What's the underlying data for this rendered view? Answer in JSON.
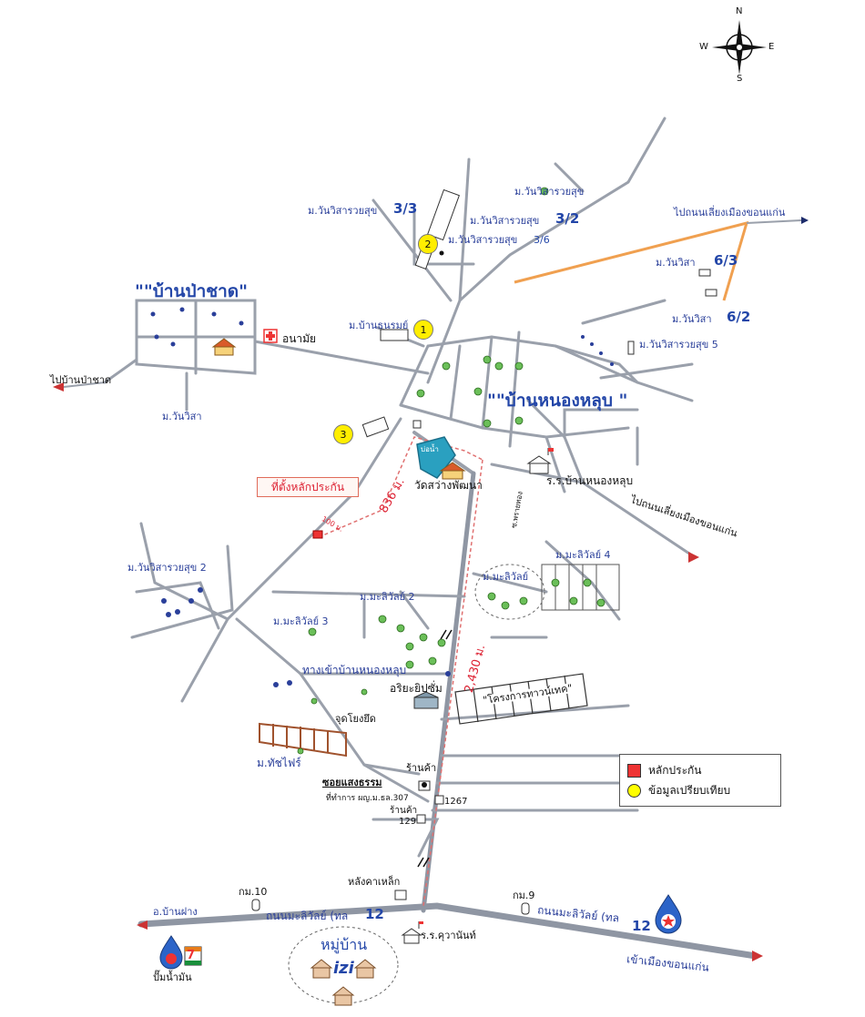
{
  "compass": {
    "n": "N",
    "s": "S",
    "e": "E",
    "w": "W"
  },
  "villages": {
    "ban_pa_chat": "\"\"บ้านป่าชาด\"",
    "ban_nong_lup": "\"\"บ้านหนองหลุบ \"",
    "moo_ban": "หมู่บ้าน",
    "izi": "izi"
  },
  "labels": {
    "vanvisa_33": "ม.วันวิสารวยสุข",
    "vanvisa_33_num": "3/3",
    "vanvisa_32": "ม.วันวิสารวยสุข",
    "vanvisa_32_num": "3/2",
    "vanvisa_36": "ม.วันวิสารวยสุข",
    "vanvisa_36_num": "3/6",
    "vanvisa_top": "ม.วันวิสารวยสุข",
    "ring_road_top": "ไปถนนเลี่ยงเมืองขอนแก่น",
    "vanvisa_63": "ม.วันวิสา",
    "vanvisa_63_num": "6/3",
    "vanvisa_62": "ม.วันวิสา",
    "vanvisa_62_num": "6/2",
    "vanvisa_5": "ม.วันวิสารวยสุข 5",
    "ban_thanarom": "ม.บ้านธนรมย์",
    "health_center": "อนามัย",
    "to_ban_pa_chat": "ไปบ้านป่าชาด",
    "vanvisa": "ม.วันวิสา",
    "pond": "บ่อน้ำ",
    "temple": "วัดสว่างพัฒนา",
    "school_nong_lup": "ร.ร.บ้านหนองหลุบ",
    "ring_road_right": "ไปถนนเลี่ยงเมืองขอนแก่น",
    "collateral_site": "ที่ตั้งหลักประกัน",
    "dist_836": "836 ม.",
    "dist_100": "100 ม.",
    "soi": "ซ.พรายทอง",
    "vanvisa_2": "ม.วันวิสารวยสุข 2",
    "malivan_4": "ม.มะลิวัลย์ 4",
    "malivan": "ม.มะลิวัลย์",
    "malivan_2": "ม.มะลิวัลย์ 2",
    "malivan_3": "ม.มะลิวัลย์ 3",
    "entrance": "ทางเข้าบ้านหนองหลุบ",
    "dist_2430": "2,430 ม.",
    "ariya": "อริยะยิปซั่ม",
    "project": "\"โครงการทาวน์เทค\"",
    "service_point": "จุดโยงยึด",
    "tas_fine": "ม.ทัชไฟร์",
    "shop_1": "ร้านค้า",
    "soi_saeng": "ซอยแสงธรรม",
    "office": "ที่ทำการ ผญ.ม.ธล.307",
    "shop_2": "ร้านค้า",
    "n_129": "129",
    "n_267": "1267",
    "steel_roof": "หลังคาเหล็ก",
    "km_10": "กม.10",
    "km_9": "กม.9",
    "ban_fang": "อ.บ้านฝาง",
    "road_left": "ถนนมะลิวัลย์ (ทล",
    "road_left_num": "12",
    "road_right": "ถนนมะลิวัลย์ (ทล",
    "road_right_num": "12",
    "school_khuwanan": "ร.ร.คุวานันท์",
    "gas": "ปั๊มน้ำมัน",
    "to_khon_kaen": "เข้าเมืองขอนแก่น",
    "shop_seven": "7"
  },
  "markers": [
    "1",
    "2",
    "3"
  ],
  "legend": {
    "collateral": "หลักประกัน",
    "comparison": "ข้อมูลเปรียบเทียบ"
  },
  "colors": {
    "road": "#9aa0ab",
    "main_road": "#8f96a3",
    "orange_road": "#f0a050",
    "red_route": "#e07070",
    "label_blue": "#2a3f9a",
    "legend_red": "#ee3333",
    "legend_yellow": "#ffff00"
  }
}
